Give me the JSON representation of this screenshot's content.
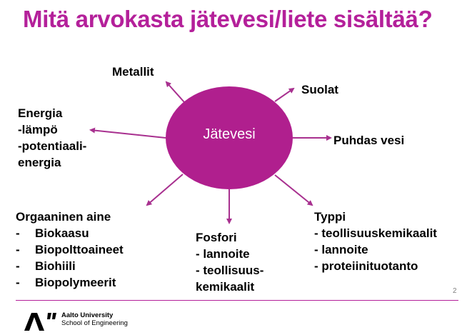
{
  "title": "Mitä arvokasta jätevesi/liete sisältää?",
  "center": "Jätevesi",
  "nodes": {
    "metallit": "Metallit",
    "suolat": "Suolat",
    "puhdas_vesi": "Puhdas vesi",
    "energia": [
      "Energia",
      "-lämpö",
      "-potentiaali-",
      "energia"
    ],
    "orgaaninen": {
      "heading": "Orgaaninen aine",
      "dash": "-",
      "items": [
        "Biokaasu",
        "Biopolttoaineet",
        "Biohiili",
        "Biopolymeerit"
      ]
    },
    "fosfori": [
      "Fosfori",
      "- lannoite",
      "- teollisuus-",
      "kemikaalit"
    ],
    "typpi": [
      "Typpi",
      "- teollisuuskemikaalit",
      "- lannoite",
      "- proteiinituotanto"
    ]
  },
  "page_number": "2",
  "footer": {
    "university": "Aalto University",
    "school": "School of Engineering"
  },
  "colors": {
    "accent": "#b4209a",
    "ellipse": "#b01f8e",
    "arrow": "#a8308f"
  }
}
